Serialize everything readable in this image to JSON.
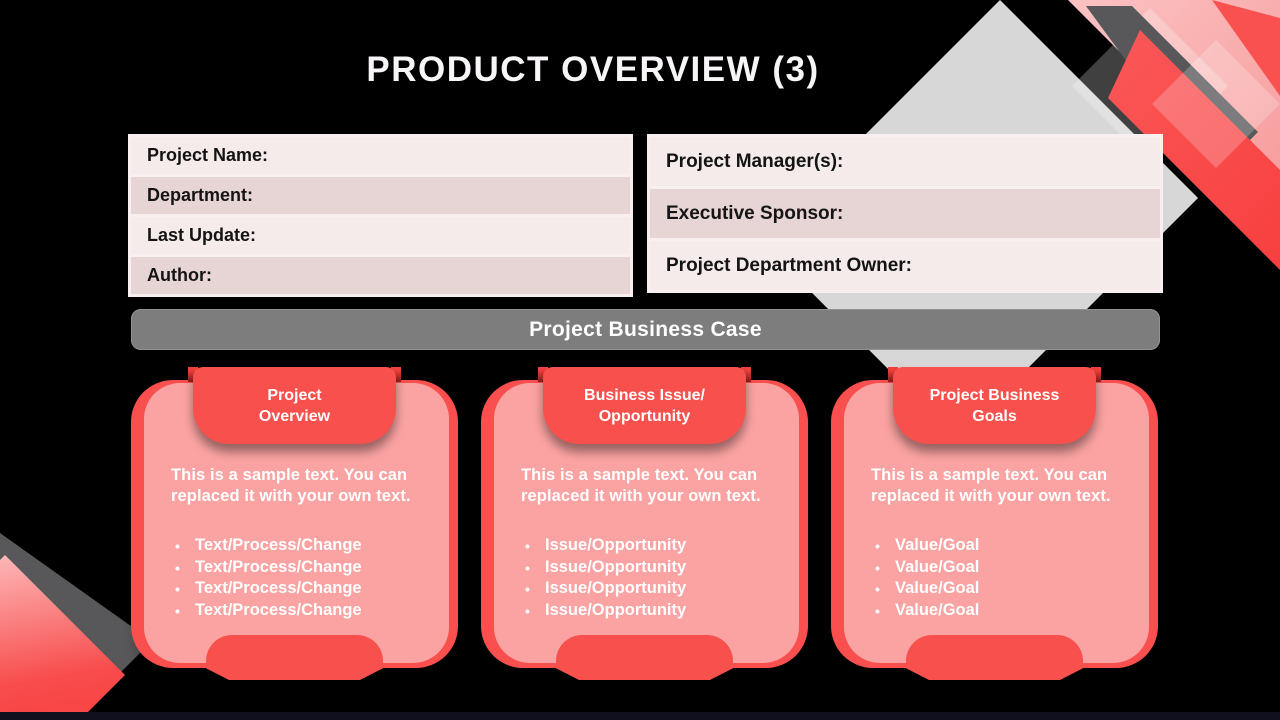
{
  "slide_title": "PRODUCT OVERVIEW (3)",
  "project_info": {
    "left_rows": [
      "Project Name:",
      "Department:",
      "Last Update:",
      "Author:"
    ],
    "right_rows": [
      "Project Manager(s):",
      "Executive Sponsor:",
      "Project Department Owner:"
    ]
  },
  "section_bar": {
    "label": "Project Business Case"
  },
  "cards": [
    {
      "header_lines": [
        "Project",
        "Overview"
      ],
      "body_lines": [
        "This is a sample text. You can",
        "replaced it with your own text."
      ],
      "bullets": [
        "Text/Process/Change",
        "Text/Process/Change",
        "Text/Process/Change",
        "Text/Process/Change"
      ]
    },
    {
      "header_lines": [
        "Business Issue/",
        "Opportunity"
      ],
      "body_lines": [
        "This is a sample text. You can",
        "replaced it with your own text."
      ],
      "bullets": [
        "Issue/Opportunity",
        "Issue/Opportunity",
        "Issue/Opportunity",
        "Issue/Opportunity"
      ]
    },
    {
      "header_lines": [
        "Project Business",
        "Goals"
      ],
      "body_lines": [
        "This is a sample text. You can",
        "replaced it with your own text."
      ],
      "bullets": [
        "Value/Goal",
        "Value/Goal",
        "Value/Goal",
        "Value/Goal"
      ]
    }
  ],
  "colors": {
    "background": "#000000",
    "accent_red": "#f9504e",
    "panel_pink": "#fba3a2",
    "bar_gray": "#7d7d7d",
    "row_light": "#f5ebeb",
    "row_dark": "#e7d4d4",
    "ribbon_gray": "#58585a",
    "bottom_bar_navy": "#10101e"
  }
}
